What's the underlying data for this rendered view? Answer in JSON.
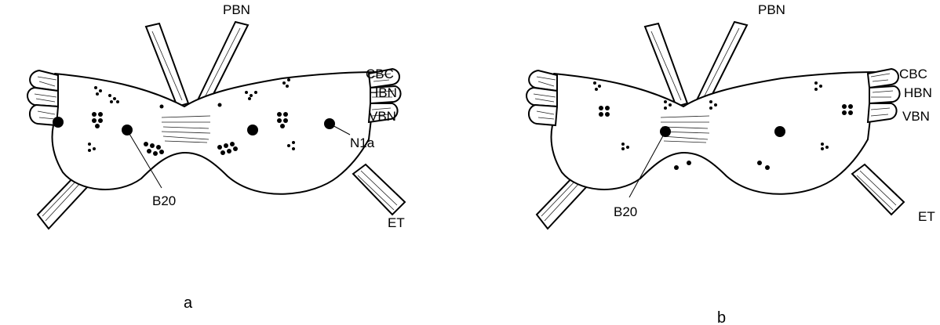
{
  "panels": [
    {
      "id": "a",
      "caption": "a",
      "labels": {
        "pbn": "PBN",
        "cbc": "CBC",
        "hbn": "HBN",
        "vbn": "VBN",
        "n1a": "N1a",
        "b20": "B20",
        "et": "ET"
      }
    },
    {
      "id": "b",
      "caption": "b",
      "labels": {
        "pbn": "PBN",
        "cbc": "CBC",
        "hbn": "HBN",
        "vbn": "VBN",
        "b20": "B20",
        "et": "ET"
      }
    }
  ]
}
